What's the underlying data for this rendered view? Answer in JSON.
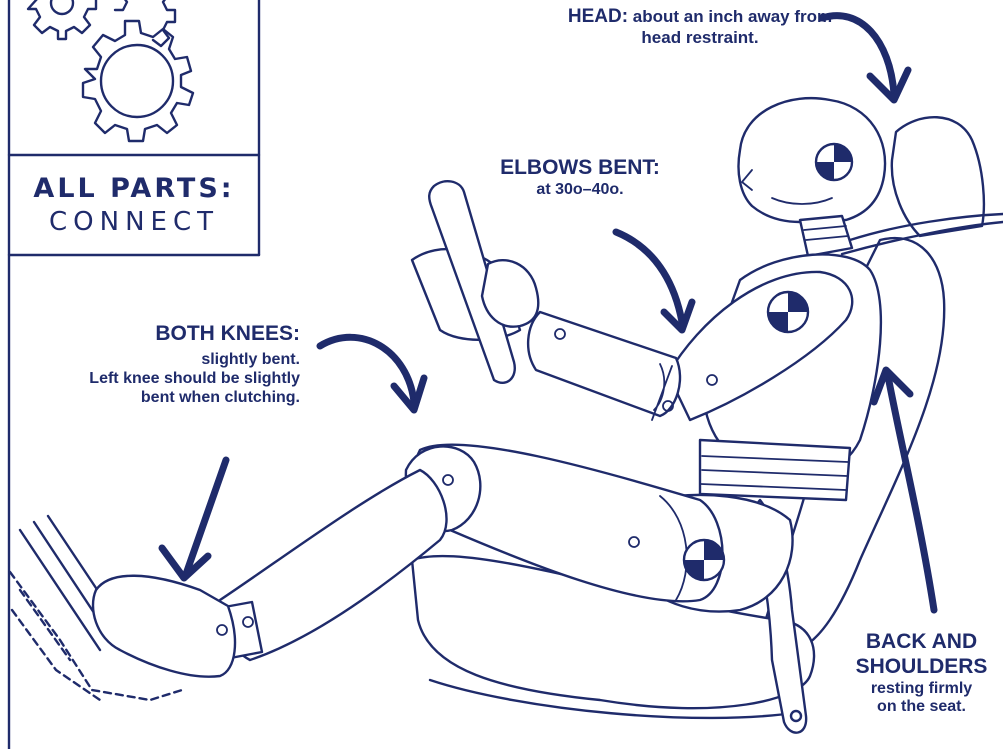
{
  "callouts": {
    "head": {
      "title": "HEAD:",
      "text": "about an inch away from head restraint."
    },
    "elbows": {
      "title": "ELBOWS BENT:",
      "text": "at 30o–40o."
    },
    "knees": {
      "title": "BOTH KNEES:",
      "line1": "slightly bent.",
      "line2": "Left knee should be slightly",
      "line3": "bent when clutching."
    },
    "back": {
      "title_line1": "BACK AND",
      "title_line2": "SHOULDERS",
      "text_line1": "resting firmly",
      "text_line2": "on the seat."
    }
  },
  "parts_box": {
    "title": "ALL PARTS:",
    "subtitle": "CONNECT"
  },
  "colors": {
    "ink": "#1f2b6b",
    "background": "#ffffff"
  },
  "icons": [
    "gear-icon",
    "crash-test-marker-icon",
    "arrow-icon"
  ]
}
